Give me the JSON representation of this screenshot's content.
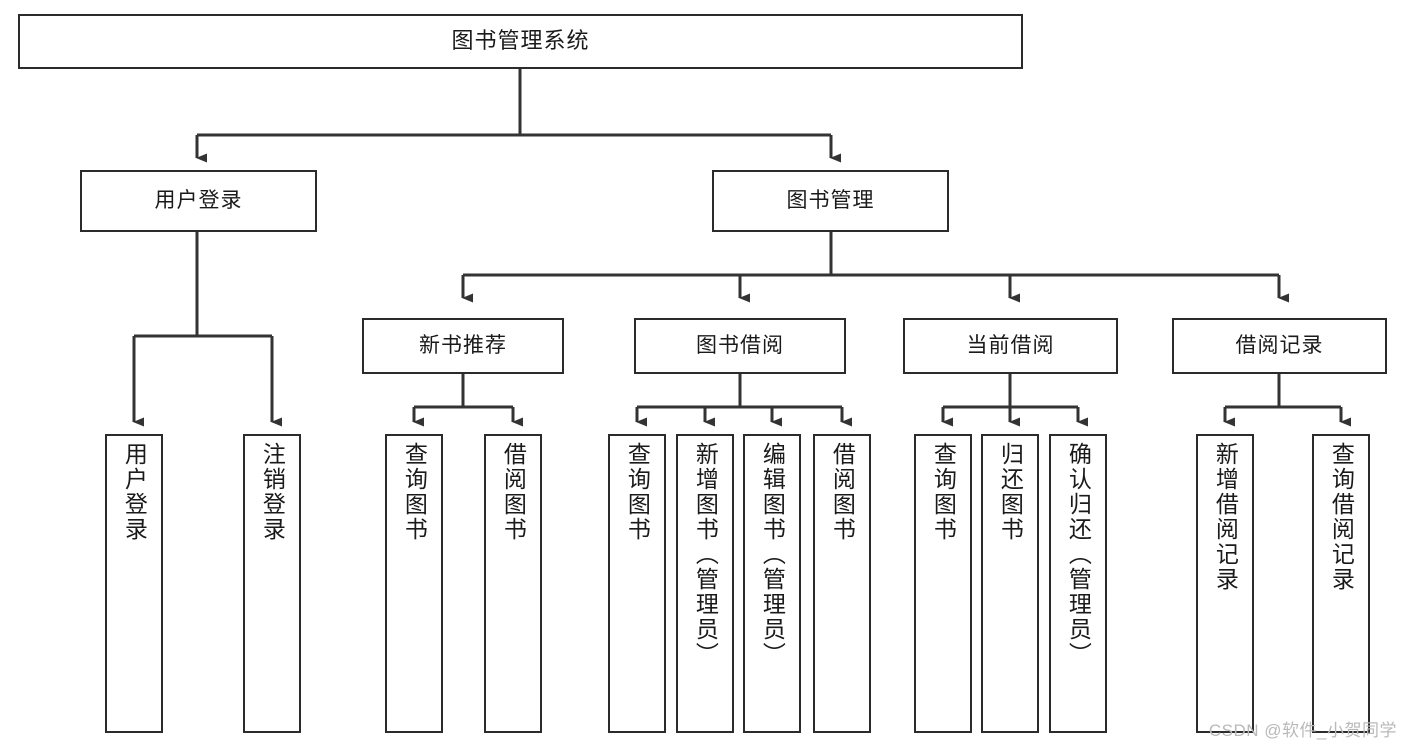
{
  "diagram": {
    "title": "图书管理系统",
    "type": "tree",
    "watermark": "CSDN @软件_小贺同学",
    "colors": {
      "box_border": "#2b2b2b",
      "box_fill": "#ffffff",
      "connector": "#333333",
      "text": "#1a1a1a",
      "watermark": "#b9b9b9"
    },
    "nodes": {
      "root": {
        "label": "图书管理系统"
      },
      "level2": [
        {
          "label": "用户登录"
        },
        {
          "label": "图书管理"
        }
      ],
      "level3": [
        {
          "label": "新书推荐"
        },
        {
          "label": "图书借阅"
        },
        {
          "label": "当前借阅"
        },
        {
          "label": "借阅记录"
        }
      ],
      "leaves": {
        "user_login": [
          {
            "label": "用户登录"
          },
          {
            "label": "注销登录"
          }
        ],
        "new_book_recommend": [
          {
            "label": "查询图书"
          },
          {
            "label": "借阅图书"
          }
        ],
        "book_borrow": [
          {
            "label": "查询图书"
          },
          {
            "label": "新增图书（管理员）"
          },
          {
            "label": "编辑图书（管理员）"
          },
          {
            "label": "借阅图书"
          }
        ],
        "current_borrow": [
          {
            "label": "查询图书"
          },
          {
            "label": "归还图书"
          },
          {
            "label": "确认归还（管理员）"
          }
        ],
        "borrow_record": [
          {
            "label": "新增借阅记录"
          },
          {
            "label": "查询借阅记录"
          }
        ]
      }
    }
  }
}
